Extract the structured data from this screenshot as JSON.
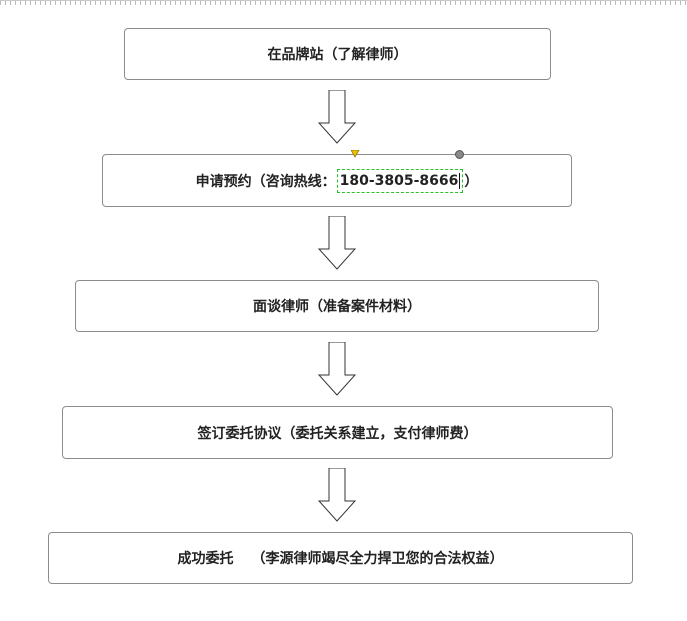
{
  "steps": [
    {
      "text": "在品牌站（了解律师）"
    },
    {
      "prefix": "申请预约（咨询热线：",
      "phone": "180-3805-8666",
      "suffix": "）"
    },
    {
      "text": "面谈律师（准备案件材料）"
    },
    {
      "text": "签订委托协议（委托关系建立，支付律师费）"
    },
    {
      "lead": "成功委托",
      "text": "（李源律师竭尽全力捍卫您的合法权益）"
    }
  ],
  "colors": {
    "box_border": "#8c8c8c",
    "text": "#222222",
    "selection_border": "#27c227",
    "handle_triangle": "#f2c200"
  },
  "icons": [
    "down-arrow-icon",
    "resize-handle-icon",
    "rotate-handle-icon"
  ]
}
